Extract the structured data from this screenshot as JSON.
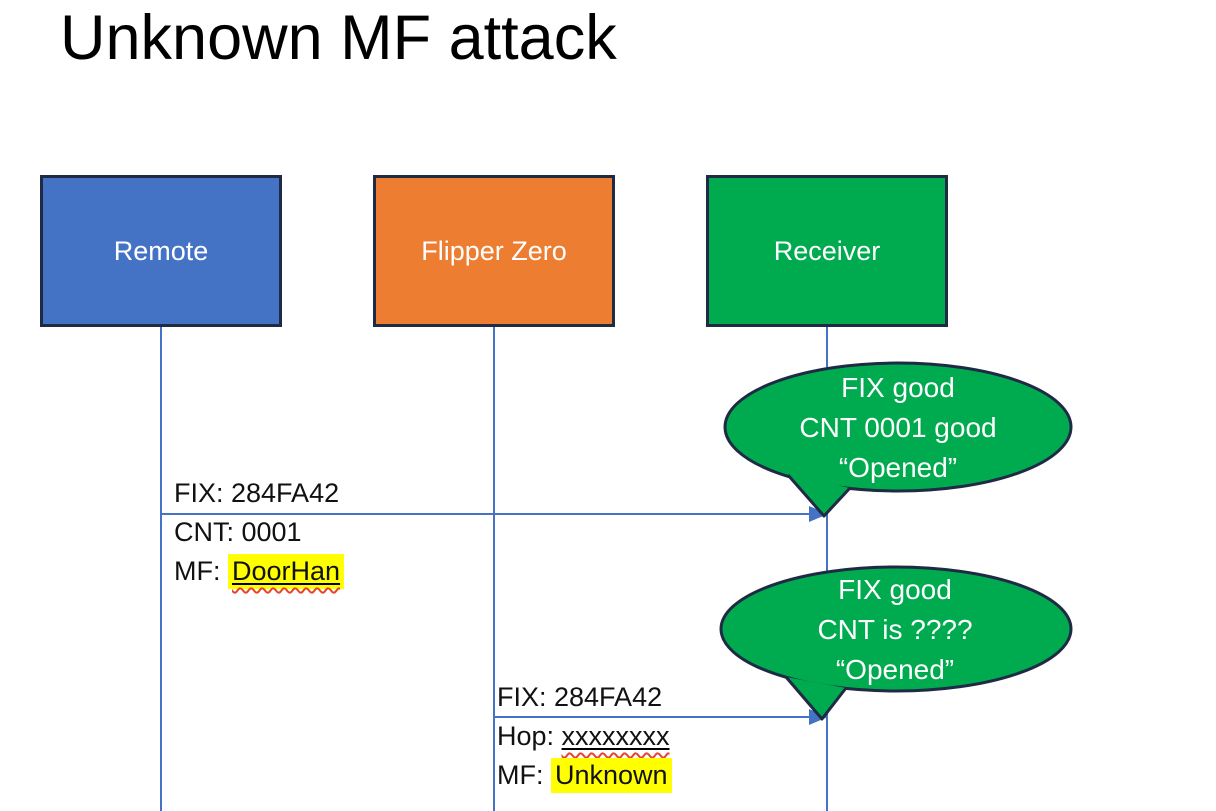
{
  "slide": {
    "title": "Unknown MF attack"
  },
  "actors": [
    {
      "id": "remote",
      "label": "Remote",
      "fill": "#4472C4"
    },
    {
      "id": "flipper",
      "label": "Flipper Zero",
      "fill": "#ED7D31"
    },
    {
      "id": "receiver",
      "label": "Receiver",
      "fill": "#00AB50"
    }
  ],
  "messages": [
    {
      "from": "Remote",
      "to": "Receiver",
      "fields": [
        {
          "text": "FIX: 284FA42"
        },
        {
          "text": "CNT: 0001"
        },
        {
          "prefix": "MF: ",
          "value": "DoorHan",
          "highlight": true,
          "underline": true,
          "squiggle": true
        }
      ]
    },
    {
      "from": "Flipper Zero",
      "to": "Receiver",
      "fields": [
        {
          "text": "FIX: 284FA42"
        },
        {
          "prefix": "Hop: ",
          "value": "xxxxxxxx",
          "underline": true,
          "squiggle": true
        },
        {
          "prefix": "MF: ",
          "value": "Unknown",
          "highlight": true
        }
      ]
    }
  ],
  "callouts": [
    {
      "lines": [
        "FIX good",
        "CNT 0001 good",
        "“Opened”"
      ]
    },
    {
      "lines": [
        "FIX good",
        "CNT is ????",
        "“Opened”"
      ]
    }
  ],
  "colors": {
    "accent_blue": "#4472C4",
    "accent_orange": "#ED7D31",
    "accent_green": "#00AB50",
    "outline_navy": "#1F2A44",
    "highlight_yellow": "#FFFF00",
    "squiggle_red": "#E8442C",
    "text_black": "#111111",
    "text_white": "#FFFFFF"
  }
}
